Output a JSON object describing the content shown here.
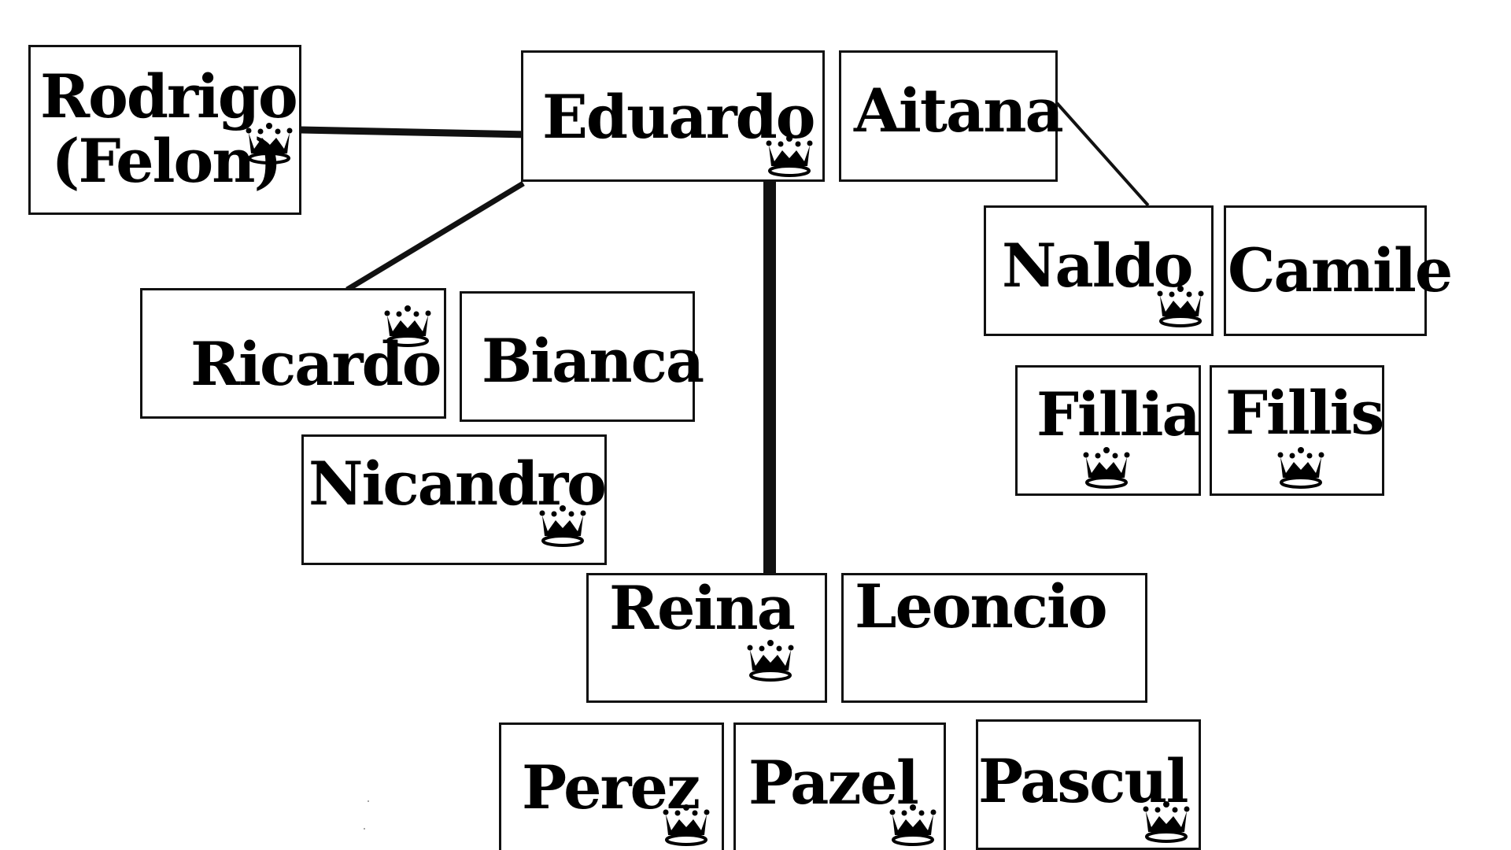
{
  "diagram": {
    "people": [
      {
        "id": "rodrigo",
        "name": "Rodrigo",
        "note": "(Felon)",
        "crown": true
      },
      {
        "id": "eduardo",
        "name": "Eduardo",
        "crown": true
      },
      {
        "id": "aitana",
        "name": "Aitana",
        "crown": false
      },
      {
        "id": "naldo",
        "name": "Naldo",
        "crown": true
      },
      {
        "id": "camile",
        "name": "Camile",
        "crown": false
      },
      {
        "id": "ricardo",
        "name": "Ricardo",
        "crown": true
      },
      {
        "id": "bianca",
        "name": "Bianca",
        "crown": false
      },
      {
        "id": "nicandro",
        "name": "Nicandro",
        "crown": true
      },
      {
        "id": "fillia",
        "name": "Fillia",
        "crown": true
      },
      {
        "id": "fillis",
        "name": "Fillis",
        "crown": true
      },
      {
        "id": "reina",
        "name": "Reina",
        "crown": true
      },
      {
        "id": "leoncio",
        "name": "Leoncio",
        "crown": false
      },
      {
        "id": "perez",
        "name": "Perez",
        "crown": true
      },
      {
        "id": "pazel",
        "name": "Pazel",
        "crown": true
      },
      {
        "id": "pascul",
        "name": "Pascul",
        "crown": true
      }
    ],
    "connections": [
      {
        "from": "rodrigo",
        "to": "eduardo"
      },
      {
        "from": "eduardo",
        "to": "ricardo"
      },
      {
        "from": "eduardo",
        "to": "reina"
      },
      {
        "from": "aitana",
        "to": "naldo"
      }
    ],
    "crown_icon": "crown-icon",
    "line_color": "#111111"
  }
}
